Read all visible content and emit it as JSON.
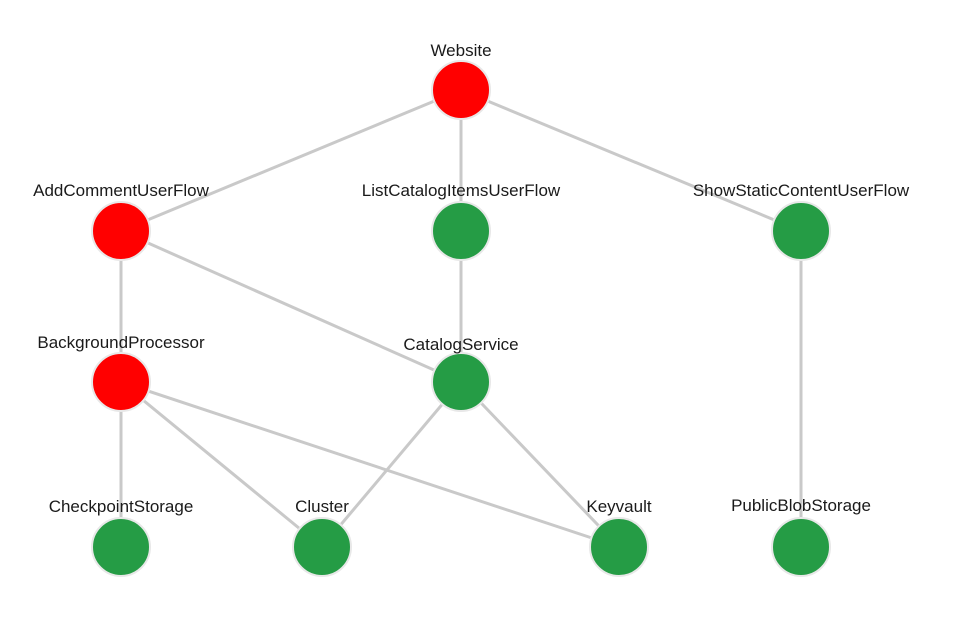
{
  "colors": {
    "unhealthy": "#ff0000",
    "healthy": "#259c45",
    "edge": "#c9c9c9"
  },
  "nodes": [
    {
      "id": "website",
      "label": "Website",
      "status": "unhealthy"
    },
    {
      "id": "add-comment",
      "label": "AddCommentUserFlow",
      "status": "unhealthy"
    },
    {
      "id": "list-catalog",
      "label": "ListCatalogItemsUserFlow",
      "status": "healthy"
    },
    {
      "id": "show-static",
      "label": "ShowStaticContentUserFlow",
      "status": "healthy"
    },
    {
      "id": "background",
      "label": "BackgroundProcessor",
      "status": "unhealthy"
    },
    {
      "id": "catalog-service",
      "label": "CatalogService",
      "status": "healthy"
    },
    {
      "id": "checkpoint",
      "label": "CheckpointStorage",
      "status": "healthy"
    },
    {
      "id": "cluster",
      "label": "Cluster",
      "status": "healthy"
    },
    {
      "id": "keyvault",
      "label": "Keyvault",
      "status": "healthy"
    },
    {
      "id": "public-blob",
      "label": "PublicBlobStorage",
      "status": "healthy"
    }
  ],
  "edges": [
    [
      "website",
      "add-comment"
    ],
    [
      "website",
      "list-catalog"
    ],
    [
      "website",
      "show-static"
    ],
    [
      "add-comment",
      "background"
    ],
    [
      "add-comment",
      "catalog-service"
    ],
    [
      "list-catalog",
      "catalog-service"
    ],
    [
      "show-static",
      "public-blob"
    ],
    [
      "background",
      "checkpoint"
    ],
    [
      "background",
      "cluster"
    ],
    [
      "background",
      "keyvault"
    ],
    [
      "catalog-service",
      "cluster"
    ],
    [
      "catalog-service",
      "keyvault"
    ]
  ]
}
